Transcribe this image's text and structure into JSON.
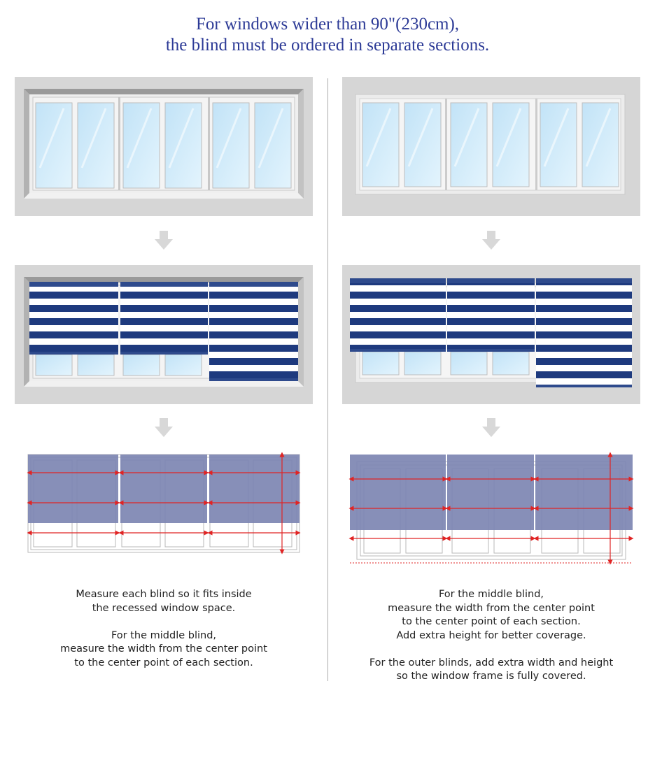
{
  "header": {
    "line1": "For windows wider than 90\"(230cm),",
    "line2": "the blind must be ordered in separate sections."
  },
  "colors": {
    "title": "#2c3a96",
    "wall": "#d6d6d6",
    "glass": "#d3ecfb",
    "blind_stripe": "#1e3a7e",
    "blind_overlay": "#7e87b3",
    "measure_line": "#e02424",
    "arrow": "#d8d8d8"
  },
  "left_column": {
    "mount": "recessed",
    "caption_p1": [
      "Measure each blind so it fits inside",
      "the recessed window space."
    ],
    "caption_p2": [
      "For the middle blind,",
      "measure the width from the center point",
      "to the center point of each section."
    ]
  },
  "right_column": {
    "mount": "outside",
    "caption_p1": [
      "For the middle blind,",
      "measure the width from the center point",
      "to the center point of each section.",
      "Add extra height for better coverage."
    ],
    "caption_p2": [
      "For the outer blinds, add extra width and height",
      "so the window frame is fully covered."
    ]
  }
}
